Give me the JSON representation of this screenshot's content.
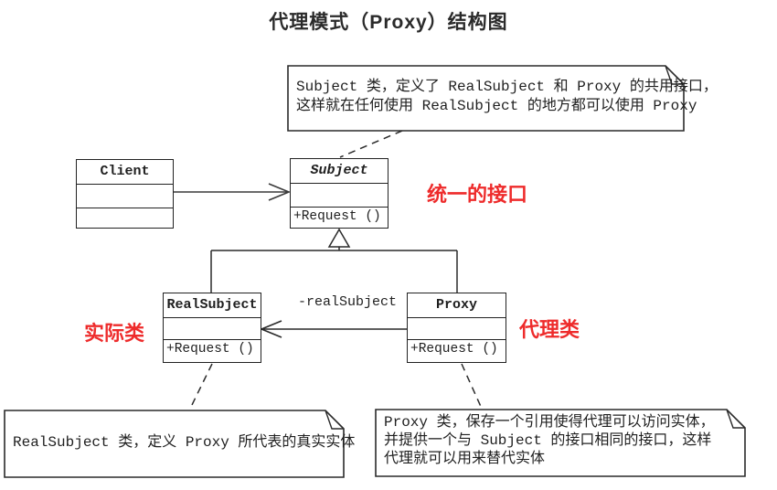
{
  "title": "代理模式（Proxy）结构图",
  "colors": {
    "line": "#222222",
    "highlight_red": "#ee2b2b",
    "background": "#ffffff"
  },
  "classes": {
    "client": {
      "name": "Client",
      "attributes": "",
      "methods": ""
    },
    "subject": {
      "name": "Subject",
      "attributes": "",
      "methods": "+Request ()",
      "style": "abstract-italic"
    },
    "realsubject": {
      "name": "RealSubject",
      "attributes": "",
      "methods": "+Request ()"
    },
    "proxy": {
      "name": "Proxy",
      "attributes": "",
      "methods": "+Request ()"
    }
  },
  "notes": {
    "subject_note": {
      "lines": [
        "Subject 类，定义了 RealSubject 和 Proxy 的共用接口，",
        "这样就在任何使用 RealSubject 的地方都可以使用 Proxy"
      ]
    },
    "realsubject_note": {
      "lines": [
        "RealSubject 类，定义 Proxy 所代表的真实实体"
      ]
    },
    "proxy_note": {
      "lines": [
        "Proxy 类，保存一个引用使得代理可以访问实体，",
        "并提供一个与 Subject 的接口相同的接口，这样",
        "代理就可以用来替代实体"
      ]
    }
  },
  "labels": {
    "association_role": "-realSubject",
    "unified_interface": "统一的接口",
    "real_class": "实际类",
    "proxy_class": "代理类"
  }
}
